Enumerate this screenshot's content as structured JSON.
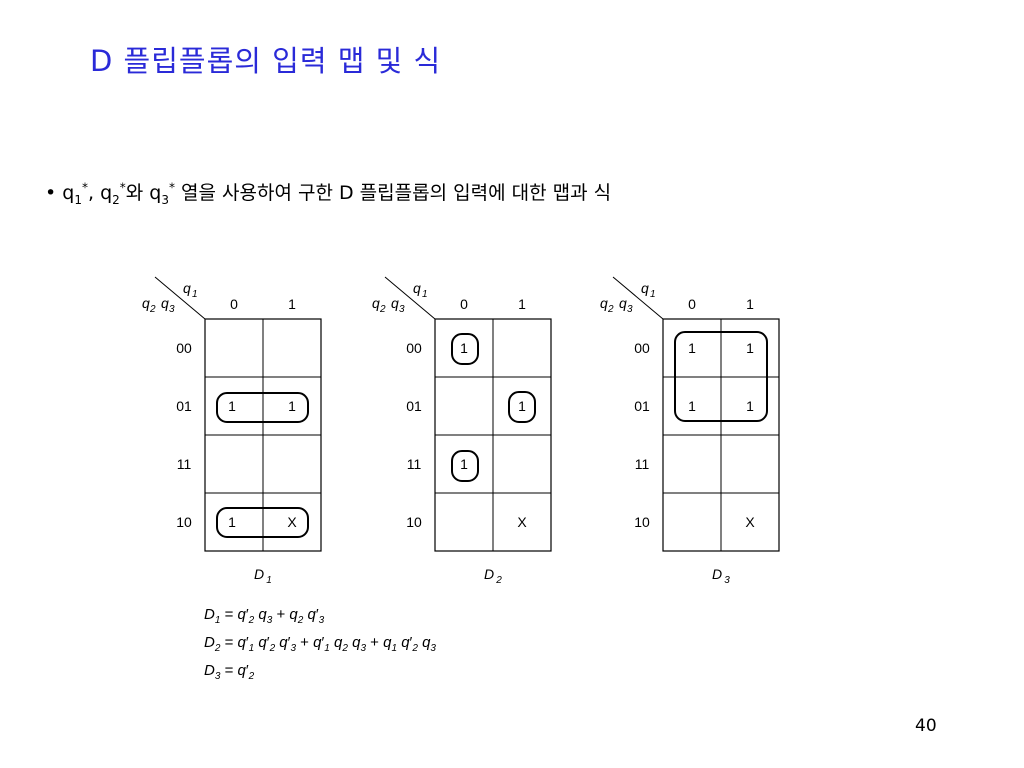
{
  "slide": {
    "title": "D 플립플롭의 입력 맵 및 식",
    "page_number": "40"
  },
  "bullet": {
    "marker": "•",
    "q": "q",
    "s1": "1",
    "s2": "2",
    "s3": "3",
    "star": "*",
    "sep1": ", ",
    "conj": "와 ",
    "rest": " 열을 사용하여 구한 D 플립플롭의 입력에 대한 맵과 식"
  },
  "kmaps": {
    "row_var": "q",
    "row_var_sub1": "2",
    "row_var2": "q",
    "row_var_sub2": "3",
    "col_var": "q",
    "col_var_sub": "1",
    "col_labels": [
      "0",
      "1"
    ],
    "row_labels": [
      "00",
      "01",
      "11",
      "10"
    ],
    "maps": [
      {
        "name": "D",
        "sub": "1",
        "cells": [
          [
            "",
            ""
          ],
          [
            "1",
            "1"
          ],
          [
            "",
            ""
          ],
          [
            "1",
            "X"
          ]
        ]
      },
      {
        "name": "D",
        "sub": "2",
        "cells": [
          [
            "1",
            ""
          ],
          [
            "",
            "1"
          ],
          [
            "1",
            ""
          ],
          [
            "",
            "X"
          ]
        ]
      },
      {
        "name": "D",
        "sub": "3",
        "cells": [
          [
            "1",
            "1"
          ],
          [
            "1",
            "1"
          ],
          [
            "",
            ""
          ],
          [
            "",
            "X"
          ]
        ]
      }
    ]
  },
  "equations": [
    "D1 = q′2 q3 + q2 q′3",
    "D2 = q′1 q′2 q′3 + q′1 q2 q3 + q1 q′2 q3",
    "D3 = q′2"
  ]
}
